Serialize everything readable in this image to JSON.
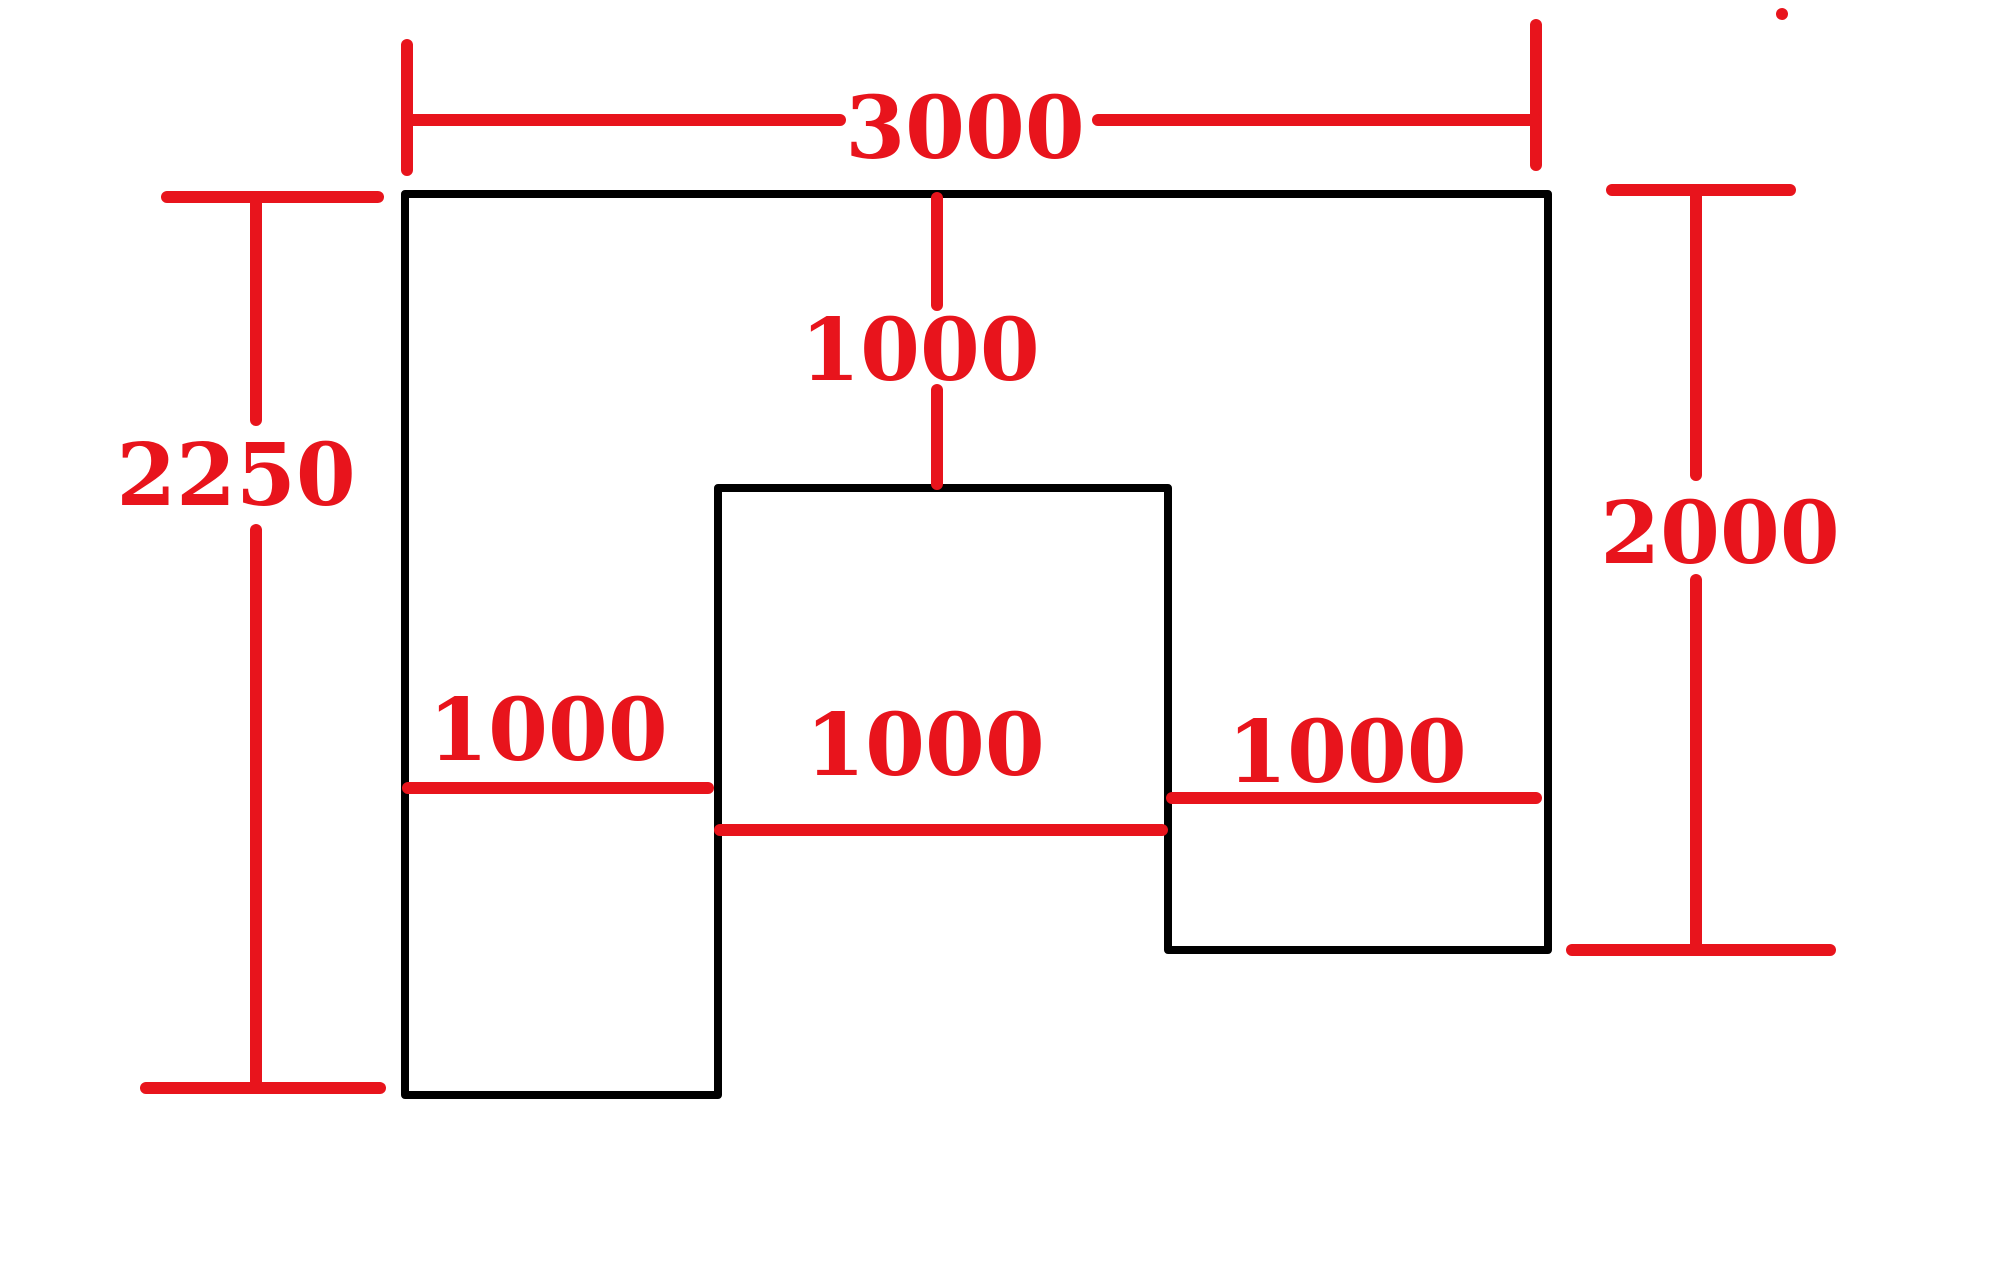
{
  "colors": {
    "outline": "#000000",
    "dimension": "#e8141c",
    "background": "#ffffff"
  },
  "dimensions": {
    "overall_width": "3000",
    "left_height": "2250",
    "right_height": "2000",
    "notch_depth": "1000",
    "left_leg_width": "1000",
    "notch_width": "1000",
    "right_leg_width": "1000"
  }
}
